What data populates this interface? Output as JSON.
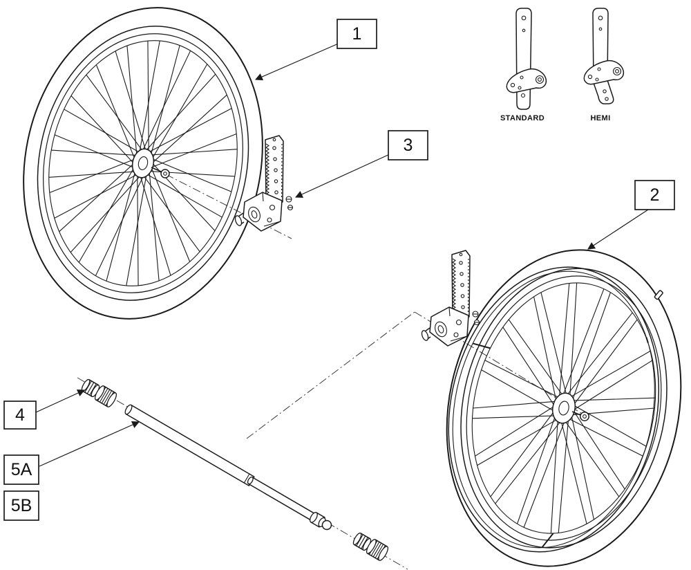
{
  "diagram": {
    "callouts": {
      "c1": "1",
      "c2": "2",
      "c3": "3",
      "c4": "4",
      "c5a": "5A",
      "c5b": "5B"
    },
    "variant_labels": {
      "standard": "STANDARD",
      "hemi": "HEMI"
    },
    "colors": {
      "line": "#1a1a1a",
      "background": "#ffffff"
    }
  }
}
